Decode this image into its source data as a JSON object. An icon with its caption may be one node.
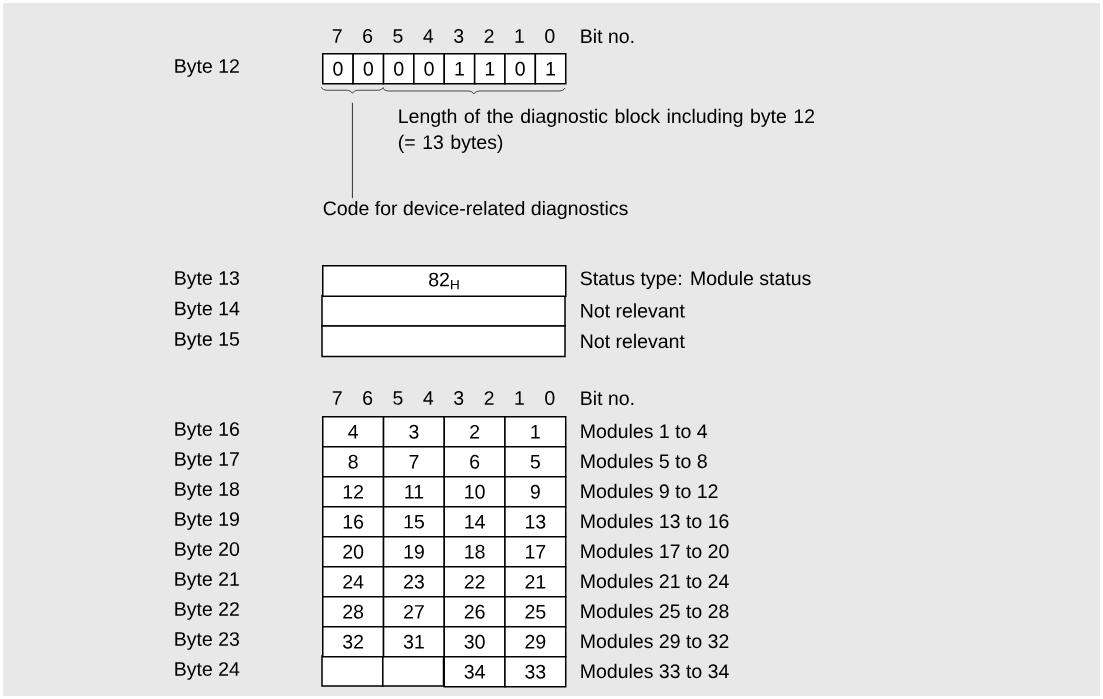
{
  "diagram": {
    "nodes": [
      {
        "text": [
          "Code for device-related diagnostics"
        ]
      },
      {
        "text": [],
        "shape": "brace"
      }
    ],
    "edges": [
      {
        "from": 0,
        "to": 1,
        "arrow": "none"
      }
    ],
    "labels": [
      "7",
      "6",
      "5",
      "4",
      "3",
      "2",
      "1",
      "0",
      "Bit no.",
      "Byte 12",
      "0",
      "0",
      "0",
      "0",
      "1",
      "1",
      "0",
      "1",
      "Length of the diagnostic block including byte 12 (= 13 bytes)",
      "Byte 13",
      "82$_{H}$",
      "Status type: Module status",
      "Byte 14",
      "Not relevant",
      "Byte 15",
      "Not relevant",
      "7",
      "6",
      "5",
      "4",
      "3",
      "2",
      "1",
      "0",
      "Bit no.",
      "Byte 16",
      "4",
      "3",
      "2",
      "1",
      "Modules 1 to 4",
      "Byte 17",
      "8",
      "7",
      "6",
      "5",
      "Modules 5 to 8",
      "Byte 18",
      "12",
      "11",
      "10",
      "9",
      "Modules 9 to 12",
      "Byte 19",
      "16",
      "15",
      "14",
      "13",
      "Modules 13 to 16",
      "Byte 20",
      "20",
      "19",
      "18",
      "17",
      "Modules 17 to 20",
      "Byte 21",
      "24",
      "23",
      "22",
      "21",
      "Modules 21 to 24",
      "Byte 22",
      "28",
      "27",
      "26",
      "25",
      "Modules 25 to 28",
      "Byte 23",
      "32",
      "31",
      "30",
      "29",
      "Modules 29 to 32",
      "Byte 24",
      "34",
      "33",
      "Modules 33 to 34"
    ]
  }
}
